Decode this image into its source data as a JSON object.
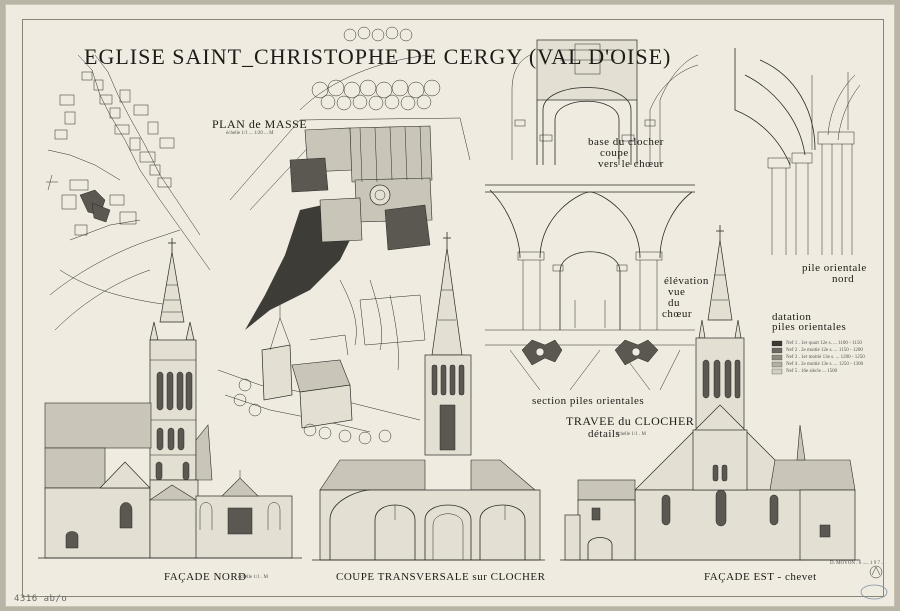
{
  "title": "EGLISE SAINT_CHRISTOPHE DE CERGY (VAL D'OISE)",
  "labels": {
    "plan_masse": "PLAN de MASSE",
    "plan_masse_scale": "échelle 1/1 ... 1/20 ... M",
    "base_clocher": "base du clocher",
    "coupe": "coupe",
    "vers_choeur": "vers le chœur",
    "elevation": "élévation",
    "vue": "vue",
    "du": "du",
    "choeur": "chœur",
    "pile_orientale": "pile orientale",
    "nord": "nord",
    "datation": "datation",
    "piles_orientales": "piles orientales",
    "section_piles": "section piles orientales",
    "travee": "TRAVEE du CLOCHER",
    "details": "détails",
    "travee_scale": "échelle 1/1 . M",
    "facade_nord": "FAÇADE NORD",
    "facade_nord_scale": "échelle 1/1 . M",
    "coupe_transversale": "COUPE TRANSVERSALE sur CLOCHER",
    "facade_est": "FAÇADE EST - chevet",
    "signature": "D. MOYON . 6 ..... 1 9 7 ..",
    "stamp_left": "4316 ab/o"
  },
  "legend": [
    {
      "label": "Nef 1 . 1er quart 12e s. ... 1100 - 1150",
      "color": "#3a3934"
    },
    {
      "label": "Nef 2 . 2e moitié 12e s. ... 1150 - 1200",
      "color": "#6b6961"
    },
    {
      "label": "Nef 3 . 1er moitié 13e s. ... 1200 - 1250",
      "color": "#8e8b82"
    },
    {
      "label": "Nef 4 . 2e moitié 13e s. ... 1250 - 1300",
      "color": "#b2afa5"
    },
    {
      "label": "Nef 5 . 16e siècle ... 1500",
      "color": "#d1cec4"
    }
  ]
}
